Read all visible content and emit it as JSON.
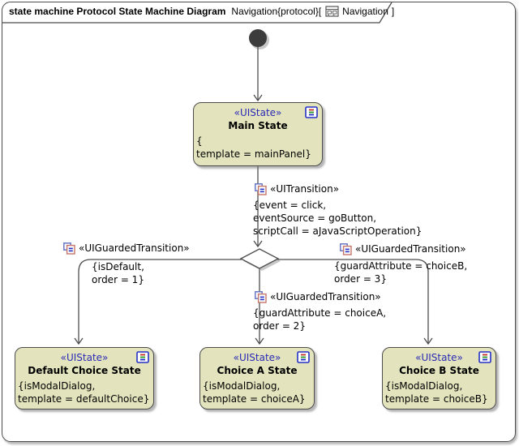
{
  "header": {
    "diagram_kind_title": "state machine Protocol State Machine Diagram",
    "context_ref": "Navigation{protocol}[",
    "tab_ref_name": "Navigation",
    "closing_bracket": "]"
  },
  "colors": {
    "state_fill": "#e3e4bd",
    "state_border": "#4c4c4c",
    "stereotype_blue": "#2a2ab5",
    "edge_line": "#4d4d4d"
  },
  "states": {
    "main": {
      "stereotype": "«UIState»",
      "name": "Main State",
      "props": [
        "{",
        "template = mainPanel}"
      ]
    },
    "default_choice": {
      "stereotype": "«UIState»",
      "name": "Default Choice State",
      "props": [
        "{isModalDialog,",
        "template = defaultChoice}"
      ]
    },
    "choice_a": {
      "stereotype": "«UIState»",
      "name": "Choice A State",
      "props": [
        "{isModalDialog,",
        "template = choiceA}"
      ]
    },
    "choice_b": {
      "stereotype": "«UIState»",
      "name": "Choice B State",
      "props": [
        "{isModalDialog,",
        "template = choiceB}"
      ]
    }
  },
  "transitions": {
    "main_transition": {
      "stereotype": "«UITransition»",
      "props": [
        "{event = click,",
        "eventSource = goButton,",
        "scriptCall = aJavaScriptOperation}"
      ]
    },
    "to_default": {
      "stereotype": "«UIGuardedTransition»",
      "props": [
        "{isDefault,",
        "order = 1}"
      ]
    },
    "to_choice_a": {
      "stereotype": "«UIGuardedTransition»",
      "props": [
        "{guardAttribute = choiceA,",
        "order = 2}"
      ]
    },
    "to_choice_b": {
      "stereotype": "«UIGuardedTransition»",
      "props": [
        "{guardAttribute = choiceB,",
        "order = 3}"
      ]
    }
  }
}
